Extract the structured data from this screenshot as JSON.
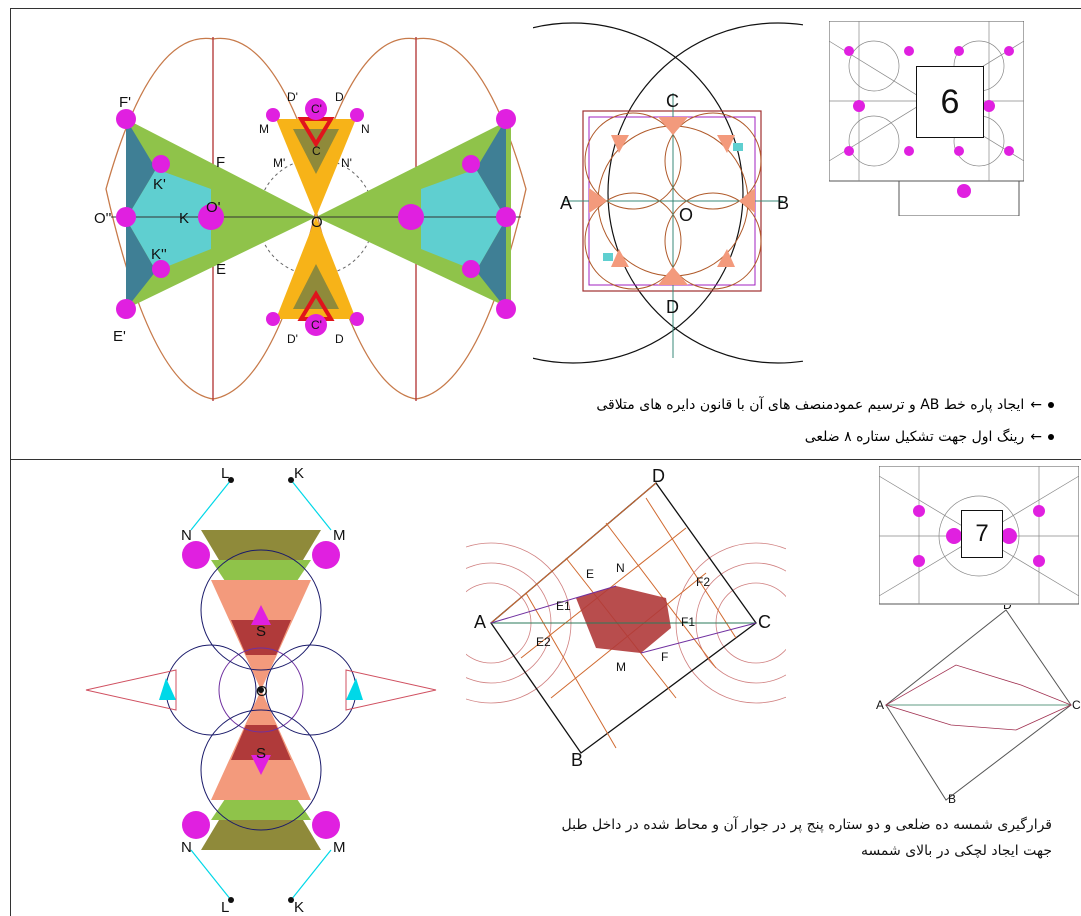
{
  "top": {
    "left_labels": [
      "F'",
      "F",
      "K'",
      "O''",
      "K",
      "O'",
      "O",
      "K''",
      "E",
      "E'",
      "D'",
      "C'",
      "D",
      "M",
      "N",
      "M'",
      "C",
      "N'",
      "D'",
      "C'",
      "D"
    ],
    "center_labels": {
      "A": "A",
      "B": "B",
      "C": "C",
      "D": "D",
      "O": "O"
    },
    "thumb_number": "6",
    "bullets": [
      "ایجاد پاره خط AB و ترسیم عمودمنصف های آن با قانون دایره های متلاقی",
      "رینگ اول جهت تشکیل ستاره ۸ ضلعی"
    ],
    "arrow_glyph": "←"
  },
  "bottom": {
    "left_labels": {
      "L": "L",
      "K": "K",
      "N": "N",
      "M": "M",
      "S": "S",
      "O": "O"
    },
    "center_labels": {
      "A": "A",
      "B": "B",
      "C": "C",
      "D": "D",
      "E": "E",
      "N": "N",
      "E1": "E1",
      "E2": "E2",
      "F": "F",
      "F1": "F1",
      "F2": "F2",
      "M": "M"
    },
    "thumb_number": "7",
    "caption_line1": "قرارگیری شمسه ده ضلعی و دو ستاره پنج پر در جوار آن و محاط شده در داخل طبل",
    "caption_line2": "جهت ایجاد لچکی در بالای شمسه"
  },
  "colors": {
    "magenta": "#e020e0",
    "green": "#8fc34a",
    "teal": "#5fcfd0",
    "steel": "#3f7f95",
    "orange": "#f7b318",
    "red": "#e0141c",
    "salmon": "#f39a7c",
    "brick": "#b03a3a",
    "olive": "#8f8a3a",
    "cyan": "#00d8e8"
  }
}
